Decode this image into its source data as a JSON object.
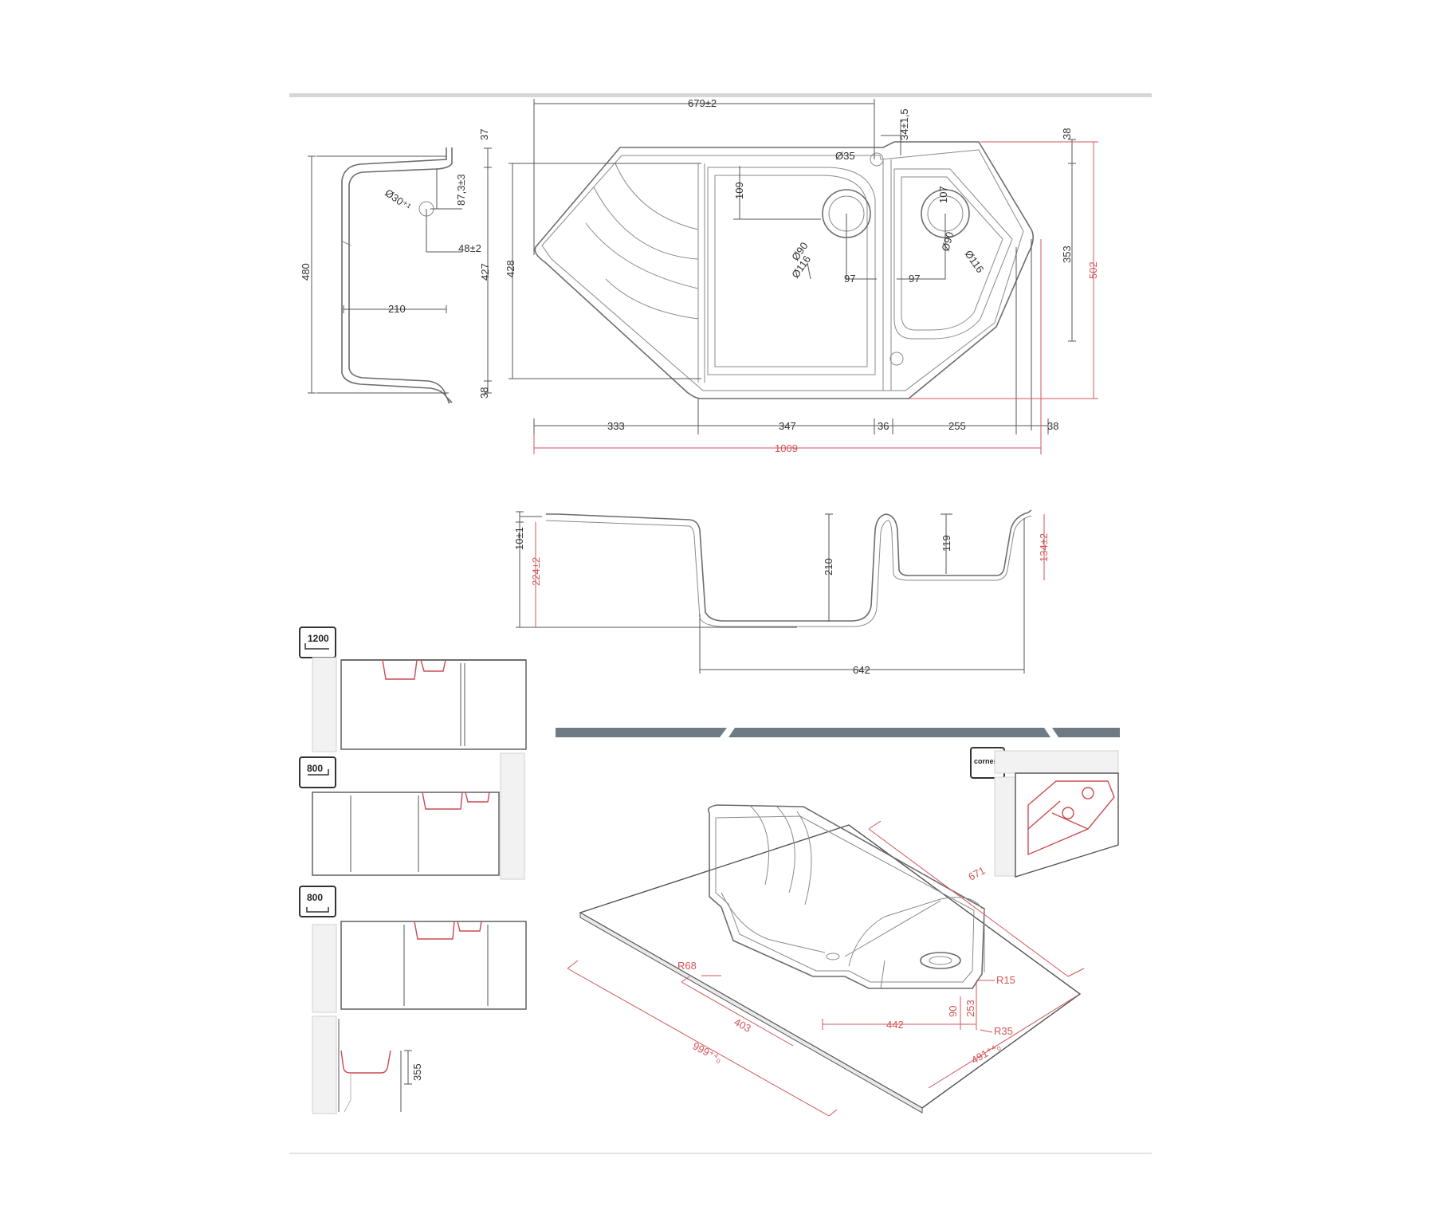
{
  "colors": {
    "dimension_black": "#333333",
    "dimension_red": "#d2555a",
    "outline": "#6d6d6d",
    "bar": "#6e7b84"
  },
  "side_section": {
    "top_lip": "37",
    "hole_diameter": "Ø30⁺¹",
    "hole_depth": "87,3±3",
    "hole_offset": "48±2",
    "width": "210",
    "total_height": "480",
    "inner_height": "427",
    "bottom_lip": "38"
  },
  "plan_view": {
    "top_width": "679±2",
    "height_left": "428",
    "faucet_hole": "Ø35",
    "faucet_offset": "34±1,5",
    "right_top": "38",
    "bowl_offset": "109",
    "right_bowl_offset": "107",
    "drain_big_inner": "Ø90",
    "drain_big_outer": "Ø116",
    "drain_small_inner": "Ø90",
    "drain_small_outer": "Ø116",
    "drain_left_offset": "97",
    "drain_right_offset": "97",
    "right_height": "353",
    "total_height": "502",
    "bottom_dims": [
      "333",
      "347",
      "36",
      "255",
      "38"
    ],
    "total_width": "1009"
  },
  "front_section": {
    "rim": "10±1",
    "depth_total": "224±2",
    "bowl_depth": "210",
    "small_bowl_depth": "119",
    "small_depth_total": "134±2",
    "span": "642"
  },
  "cabinets": {
    "badges": [
      "1200",
      "800",
      "800"
    ],
    "depth": "355"
  },
  "perspective": {
    "corner_badge": "corner",
    "side_length": "671",
    "r_left": "R68",
    "r_right": "R15",
    "r_bottom": "R35",
    "length_403": "403",
    "length_442": "442",
    "length_999": "999⁺⁴₀",
    "length_491": "491⁺⁴₀",
    "height_253": "253",
    "height_90": "90"
  }
}
